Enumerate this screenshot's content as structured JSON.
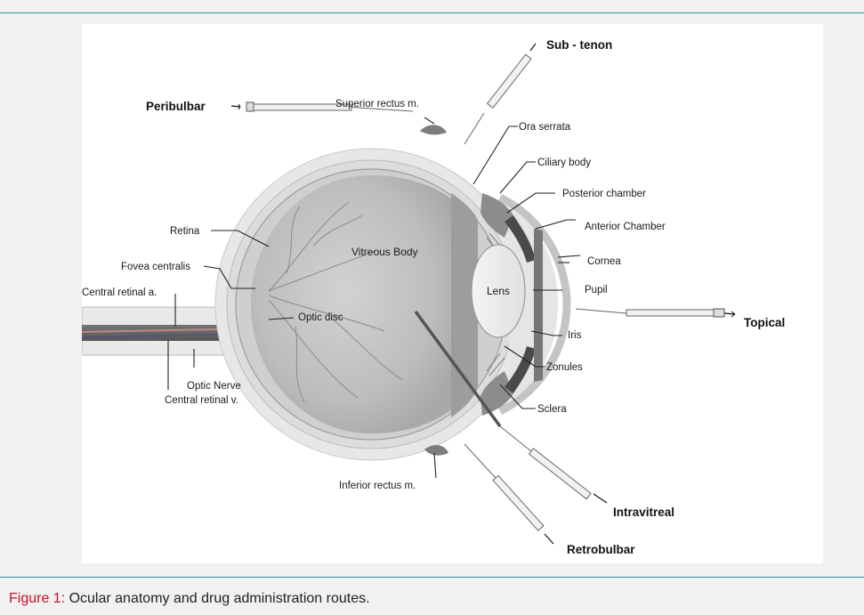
{
  "figure": {
    "caption_label": "Figure 1:",
    "caption_text": " Ocular anatomy and drug administration routes."
  },
  "labels": {
    "superior_rectus": "Superior rectus m.",
    "ora_serrata": "Ora serrata",
    "ciliary_body": "Ciliary body",
    "posterior_chamber": "Posterior chamber",
    "anterior_chamber": "Anterior Chamber",
    "cornea": "Cornea",
    "pupil": "Pupil",
    "iris": "Iris",
    "zonules": "Zonules",
    "sclera": "Sclera",
    "inferior_rectus": "Inferior rectus m.",
    "retina": "Retina",
    "fovea_centralis": "Fovea centralis",
    "central_retinal_a": "Central retinal a.",
    "optic_disc": "Optic disc",
    "optic_nerve": "Optic Nerve",
    "central_retinal_v": "Central retinal v.",
    "vitreous_body": "Vitreous Body",
    "lens": "Lens"
  },
  "routes": {
    "sub_tenon": "Sub - tenon",
    "peribulbar": "Peribulbar",
    "topical": "Topical",
    "intravitreal": "Intravitreal",
    "retrobulbar": "Retrobulbar"
  },
  "colors": {
    "rule": "#2f8f95",
    "caption_label": "#c8102e",
    "frame_bg": "#f1f1f1"
  }
}
